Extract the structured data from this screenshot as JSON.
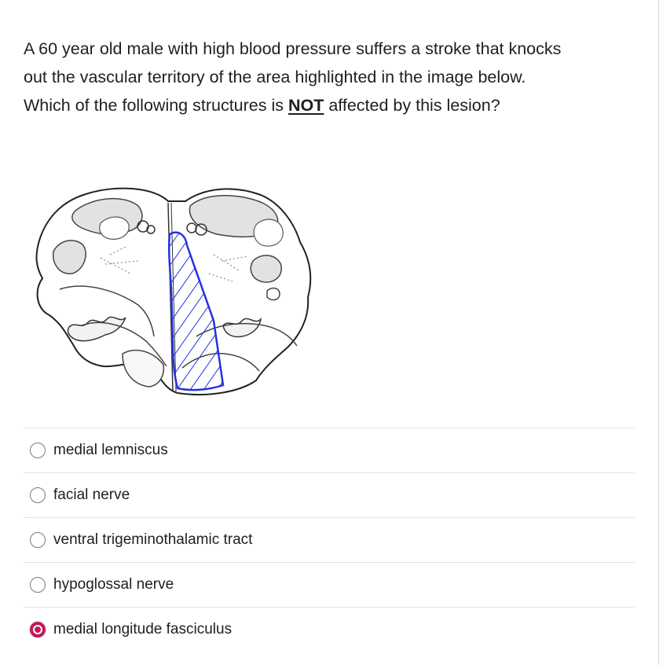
{
  "question": {
    "line1": "A 60 year old male with high blood pressure suffers a stroke that knocks",
    "line2": "out the vascular territory of the area highlighted in the image below.",
    "line3_before": "Which of the following structures is ",
    "line3_emphasis": "NOT",
    "line3_after": " affected by this lesion?"
  },
  "figure": {
    "highlight_color": "#2233dd"
  },
  "answers": [
    {
      "label": "medial lemniscus",
      "selected": false
    },
    {
      "label": "facial nerve",
      "selected": false
    },
    {
      "label": "ventral trigeminothalamic tract",
      "selected": false
    },
    {
      "label": "hypoglossal nerve",
      "selected": false
    },
    {
      "label": "medial longitude fasciculus",
      "selected": true
    }
  ],
  "colors": {
    "selected_radio": "#c2185b",
    "divider": "#e3e3e3"
  }
}
